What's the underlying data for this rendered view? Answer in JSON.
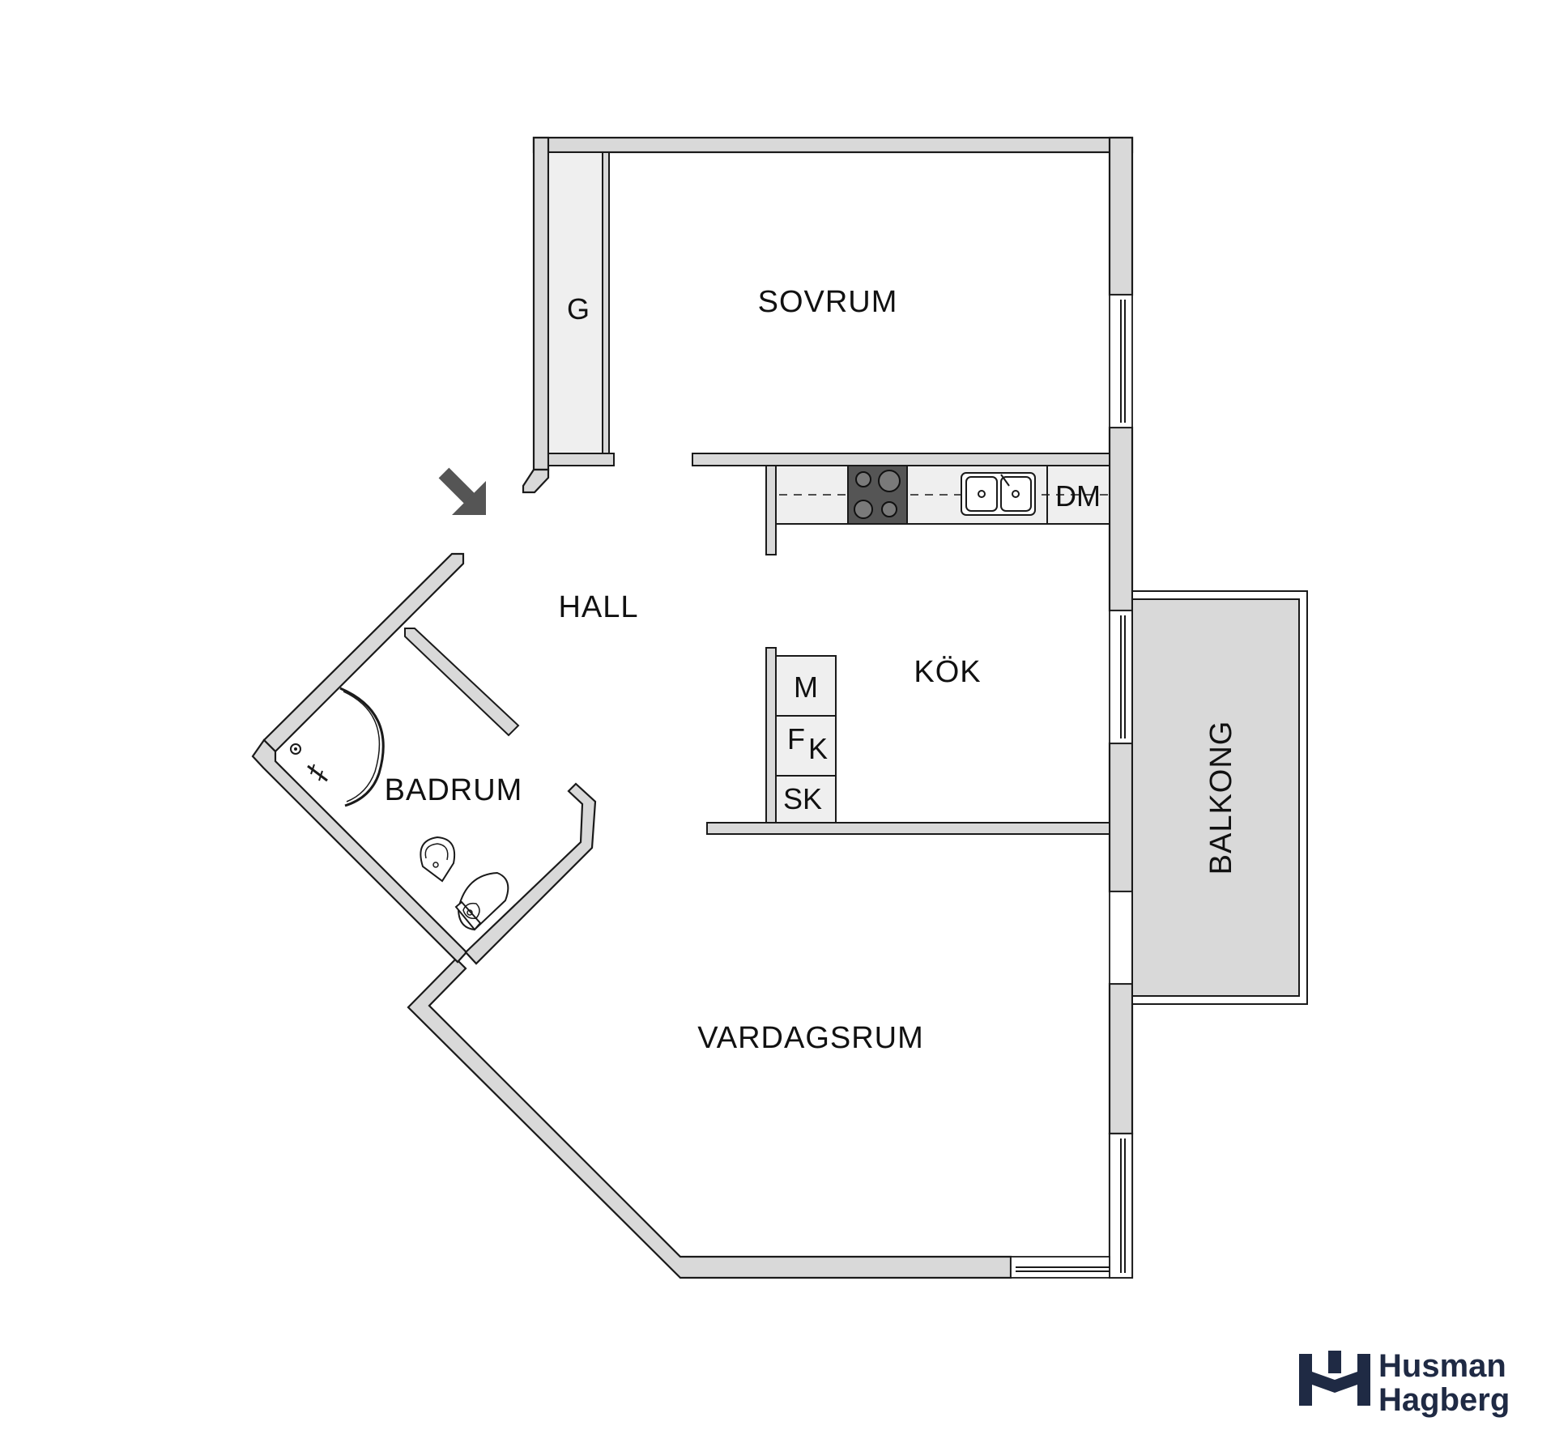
{
  "rooms": {
    "sovrum": "SOVRUM",
    "hall": "HALL",
    "kok": "KÖK",
    "badrum": "BADRUM",
    "vardagsrum": "VARDAGSRUM",
    "balkong": "BALKONG"
  },
  "fixtures": {
    "garderob": "G",
    "diskmaskin": "DM",
    "mikro": "M",
    "frys": "F",
    "kyl": "K",
    "skap": "SK"
  },
  "brand": {
    "line1": "Husman",
    "line2": "Hagberg",
    "color": "#1f2a44"
  },
  "colors": {
    "wall": "#d9d9d9",
    "outline": "#1a1a1a",
    "entrance_arrow": "#555555"
  }
}
